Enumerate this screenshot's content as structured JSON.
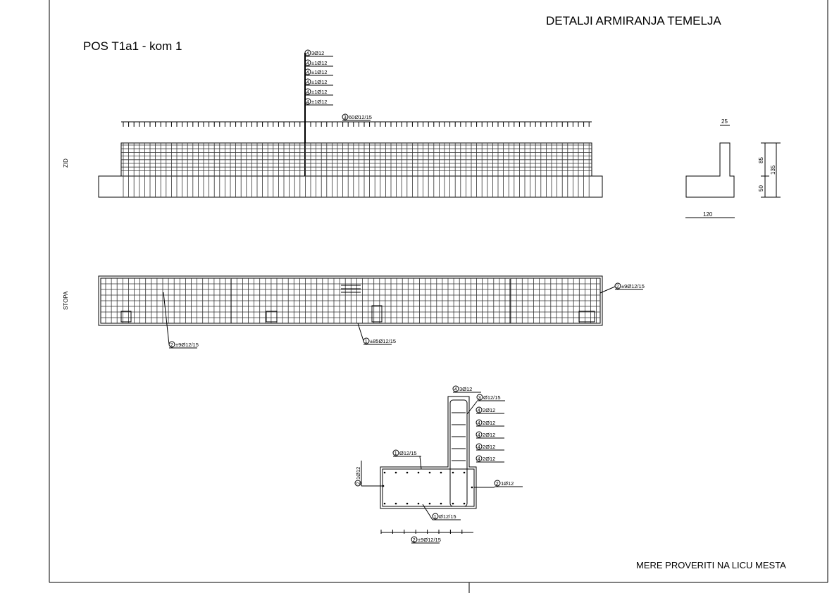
{
  "sheet_title": "DETALJI ARMIRANJA TEMELJA",
  "position_title": "POS T1a1 - kom 1",
  "footer_note": "MERE PROVERITI NA LICU MESTA",
  "view_labels": {
    "wall": "ZID",
    "footing": "STOPA"
  },
  "wall_elevation": {
    "bar_labels": [
      {
        "mark": "4",
        "text": "3Ø12"
      },
      {
        "mark": "4",
        "text": "±1Ø12"
      },
      {
        "mark": "4",
        "text": "±1Ø12"
      },
      {
        "mark": "4",
        "text": "±1Ø12"
      },
      {
        "mark": "4",
        "text": "±1Ø12"
      },
      {
        "mark": "4",
        "text": "±1Ø12"
      }
    ],
    "stirrup_label": {
      "mark": "3",
      "text": "60Ø12/15"
    }
  },
  "footing_plan": {
    "labels": [
      {
        "mark": "2",
        "text": "±9Ø12/15"
      },
      {
        "mark": "1",
        "text": "±85Ø12/15"
      },
      {
        "mark": "2",
        "text": "±9Ø12/15"
      }
    ]
  },
  "profile_dimensions": {
    "wall_width": "25",
    "base_width": "120",
    "wall_height": "85",
    "base_height": "50",
    "total_height": "135"
  },
  "cross_section": {
    "top_label": {
      "mark": "4",
      "text": "3Ø12"
    },
    "stirrup_label": {
      "mark": "3",
      "text": "Ø12/15"
    },
    "side_labels": [
      {
        "mark": "4",
        "text": "2Ø12"
      },
      {
        "mark": "4",
        "text": "2Ø12"
      },
      {
        "mark": "4",
        "text": "2Ø12"
      },
      {
        "mark": "4",
        "text": "2Ø12"
      },
      {
        "mark": "4",
        "text": "2Ø12"
      }
    ],
    "top_bar_label": {
      "mark": "1",
      "text": "Ø12/15"
    },
    "bottom_bar_label": {
      "mark": "1",
      "text": "Ø12/15"
    },
    "left_label": {
      "mark": "2",
      "text": "1Ø12"
    },
    "right_label": {
      "mark": "2",
      "text": "1Ø12"
    },
    "distribution_label": {
      "mark": "2",
      "text": "±9Ø12/15"
    }
  }
}
